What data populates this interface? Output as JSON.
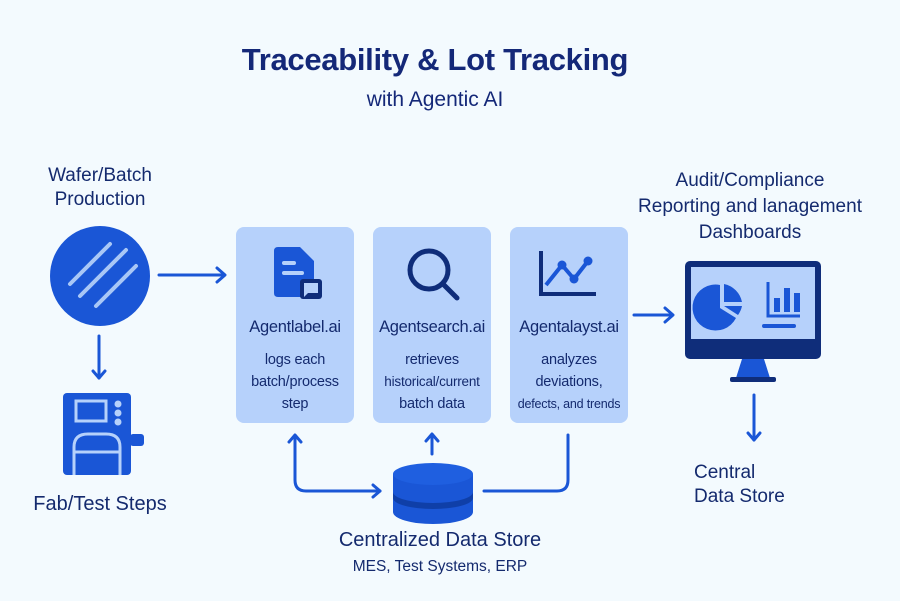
{
  "header": {
    "title": "Traceability & Lot Tracking",
    "subtitle": "with Agentic AI"
  },
  "source": {
    "label_line1": "Wafer/Batch",
    "label_line2": "Production",
    "icon": "wafer-icon"
  },
  "process": {
    "label": "Fab/Test Steps",
    "icon": "machine-icon"
  },
  "agents": [
    {
      "name": "Agentlabel.ai",
      "icon": "document-chat-icon",
      "desc_lines": [
        "logs each",
        "batch/process",
        "step"
      ]
    },
    {
      "name": "Agentsearch.ai",
      "icon": "search-icon",
      "desc_lines": [
        "retrieves",
        "historical/current",
        "batch data"
      ]
    },
    {
      "name": "Agentalayst.ai",
      "icon": "line-chart-icon",
      "desc_lines": [
        "analyzes",
        "deviations,",
        "defects, and trends"
      ]
    }
  ],
  "output": {
    "label_lines": [
      "Audit/Compliance",
      "Reporting and lanagement",
      "Dashboards"
    ],
    "icon": "monitor-dashboard-icon"
  },
  "output_store": {
    "label_line1": "Central",
    "label_line2": "Data Store"
  },
  "data_store": {
    "title": "Centralized Data Store",
    "systems": "MES, Test Systems, ERP",
    "icon": "database-icon"
  },
  "colors": {
    "background": "#f3fafe",
    "title": "#142878",
    "card": "#b6d1fb",
    "primary_blue": "#1a56d6",
    "dark_navy": "#0f2d7a"
  }
}
